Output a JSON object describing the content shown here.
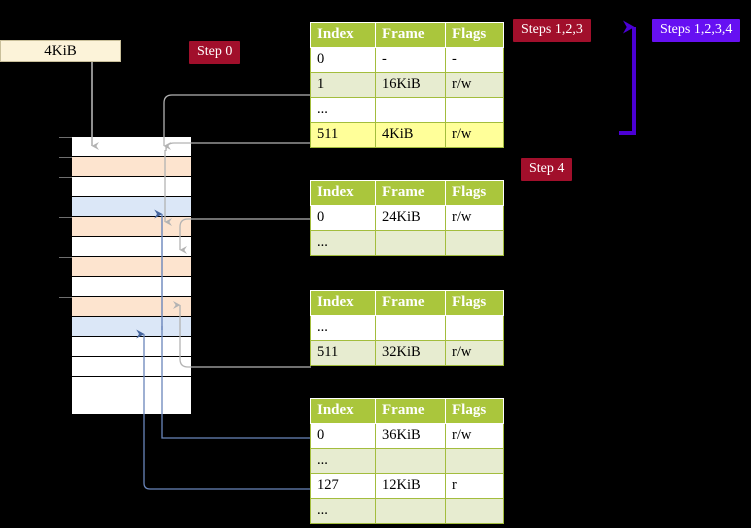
{
  "diagram": {
    "title_note": "Multi-level page table walk diagram",
    "memory_box": {
      "label": "4KiB"
    },
    "badges": [
      {
        "id": "step0",
        "label": "Step 0",
        "color": "#a10f2b"
      },
      {
        "id": "step123",
        "label": "Steps 1,2,3",
        "color": "#a10f2b"
      },
      {
        "id": "step1234",
        "label": "Steps 1,2,3,4",
        "color": "#6610f2"
      },
      {
        "id": "step4",
        "label": "Step 4",
        "color": "#a10f2b"
      }
    ],
    "memory_column": {
      "rows": [
        {
          "fill": "white"
        },
        {
          "fill": "peach"
        },
        {
          "fill": "white"
        },
        {
          "fill": "blue"
        },
        {
          "fill": "peach"
        },
        {
          "fill": "white"
        },
        {
          "fill": "peach"
        },
        {
          "fill": "white"
        },
        {
          "fill": "peach"
        },
        {
          "fill": "blue"
        },
        {
          "fill": "white"
        },
        {
          "fill": "white"
        },
        {
          "fill": "white"
        },
        {
          "fill": "white"
        }
      ]
    },
    "tables": [
      {
        "id": "ptable-0",
        "headers": [
          "Index",
          "Frame",
          "Flags"
        ],
        "rows": [
          {
            "tint": false,
            "cells": [
              "0",
              "-",
              "-"
            ],
            "highlight": [
              false,
              false,
              false
            ]
          },
          {
            "tint": true,
            "cells": [
              "1",
              "16KiB",
              "r/w"
            ],
            "highlight": [
              false,
              false,
              false
            ]
          },
          {
            "tint": false,
            "cells": [
              "...",
              "",
              ""
            ],
            "highlight": [
              false,
              false,
              false
            ]
          },
          {
            "tint": true,
            "cells": [
              "511",
              "4KiB",
              "r/w"
            ],
            "highlight": [
              true,
              true,
              true
            ]
          }
        ]
      },
      {
        "id": "ptable-1",
        "headers": [
          "Index",
          "Frame",
          "Flags"
        ],
        "rows": [
          {
            "tint": false,
            "cells": [
              "0",
              "24KiB",
              "r/w"
            ],
            "highlight": [
              false,
              false,
              false
            ]
          },
          {
            "tint": true,
            "cells": [
              "...",
              "",
              ""
            ],
            "highlight": [
              false,
              false,
              false
            ]
          }
        ]
      },
      {
        "id": "ptable-2",
        "headers": [
          "Index",
          "Frame",
          "Flags"
        ],
        "rows": [
          {
            "tint": false,
            "cells": [
              "...",
              "",
              ""
            ],
            "highlight": [
              false,
              false,
              false
            ]
          },
          {
            "tint": true,
            "cells": [
              "511",
              "32KiB",
              "r/w"
            ],
            "highlight": [
              false,
              false,
              false
            ]
          }
        ]
      },
      {
        "id": "ptable-3",
        "headers": [
          "Index",
          "Frame",
          "Flags"
        ],
        "rows": [
          {
            "tint": false,
            "cells": [
              "0",
              "36KiB",
              "r/w"
            ],
            "highlight": [
              false,
              false,
              false
            ]
          },
          {
            "tint": true,
            "cells": [
              "...",
              "",
              ""
            ],
            "highlight": [
              false,
              false,
              false
            ]
          },
          {
            "tint": false,
            "cells": [
              "127",
              "12KiB",
              "r"
            ],
            "highlight": [
              false,
              false,
              false
            ]
          },
          {
            "tint": true,
            "cells": [
              "...",
              "",
              ""
            ],
            "highlight": [
              false,
              false,
              false
            ]
          }
        ]
      }
    ],
    "colors": {
      "background": "#000000",
      "table_header": "#aac63c",
      "table_tint": "#e7ecd0",
      "highlight": "#ffff99",
      "memory_peach": "#fde4cf",
      "memory_blue": "#dbe7f7",
      "kib_box": "#fcf3d9",
      "gray_wire": "#b3b3b3",
      "blue_wire": "#6a86bb",
      "violet_wire": "#4b00d4"
    }
  }
}
